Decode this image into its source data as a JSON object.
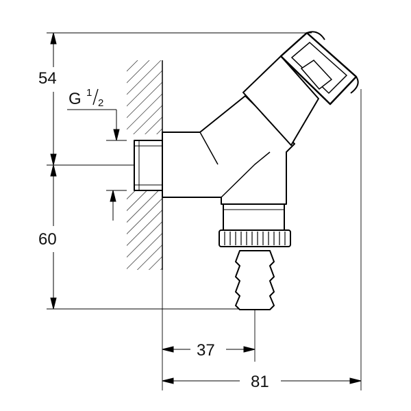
{
  "drawing": {
    "dimensions": {
      "height_top": "54",
      "height_bottom": "60",
      "depth_outlet": "37",
      "depth_total": "81"
    },
    "thread": {
      "letter": "G",
      "numerator": "1",
      "denominator": "2"
    }
  }
}
